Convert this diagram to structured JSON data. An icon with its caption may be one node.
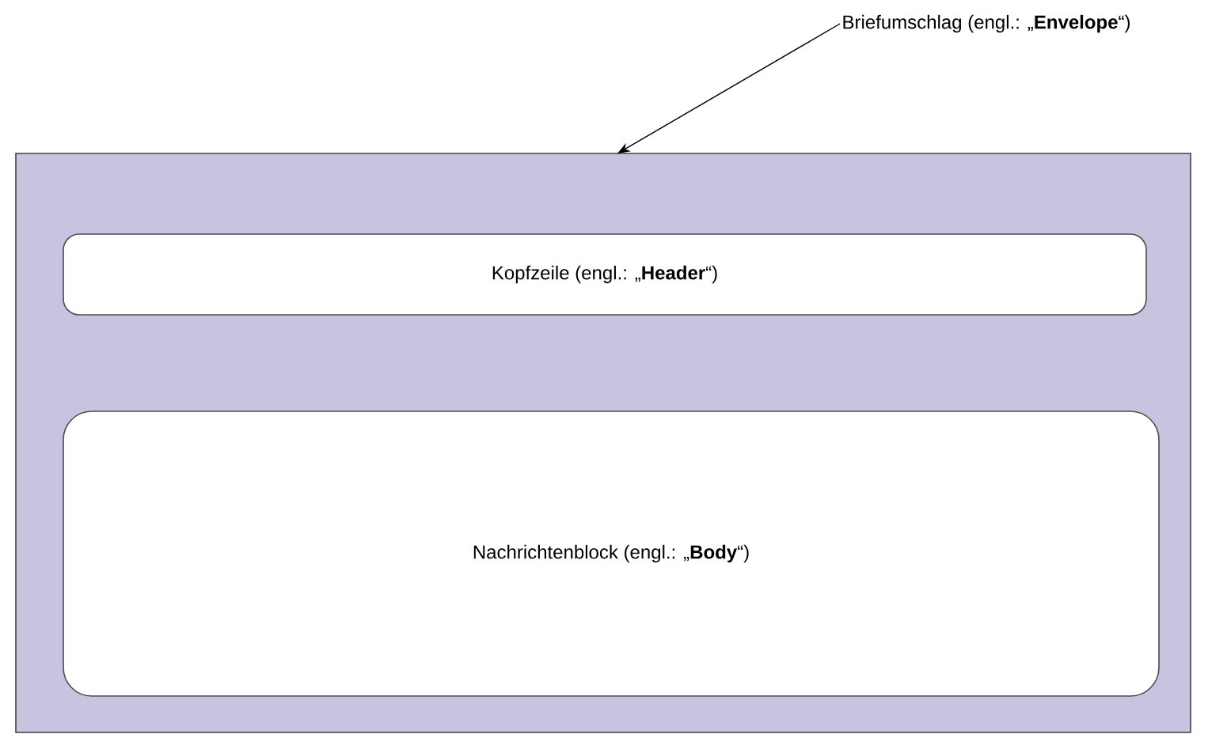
{
  "diagram": {
    "nodes": [
      {
        "text": [
          "Briefumschlag (engl.: „**Envelope**“)"
        ]
      },
      {
        "text": [],
        "shape": "box"
      },
      {
        "text": [
          "Kopfzeile (engl.: „**Header**“)"
        ],
        "in": 1
      },
      {
        "text": [
          "Nachrichtenblock (engl.: „**Body**“)"
        ],
        "in": 1
      }
    ],
    "edges": [
      {
        "from": 0,
        "to": 1,
        "arrow": "to"
      }
    ]
  }
}
